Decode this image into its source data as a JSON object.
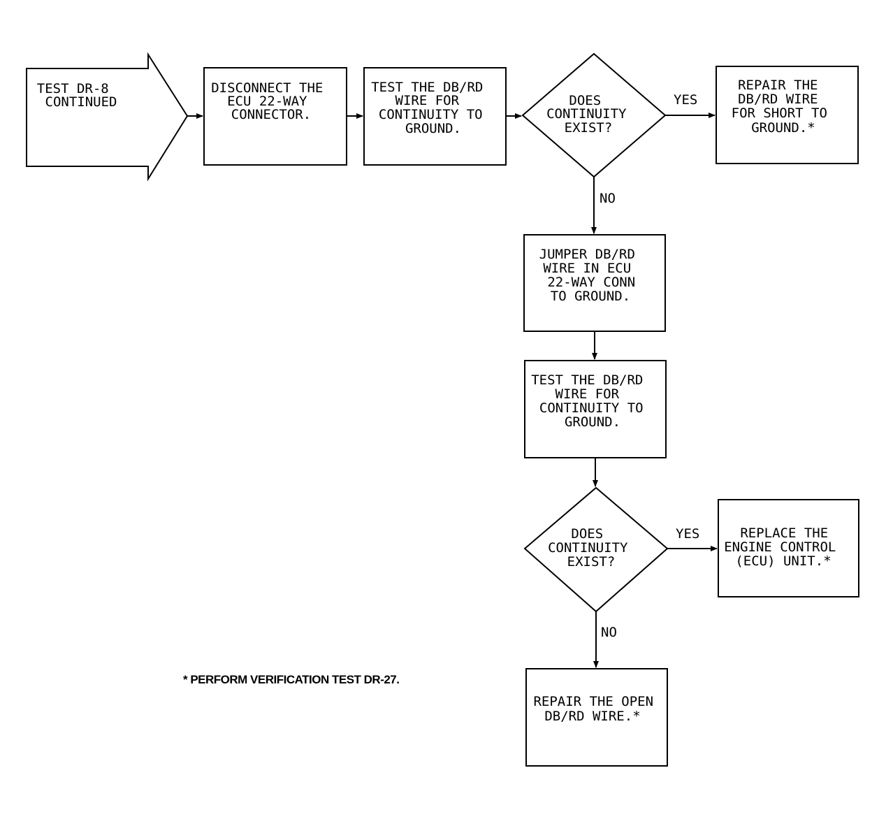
{
  "diagram": {
    "start": {
      "lines": [
        "TEST DR-8",
        "CONTINUED"
      ]
    },
    "disconnect": {
      "lines": [
        "DISCONNECT THE",
        "ECU 22-WAY",
        "CONNECTOR."
      ]
    },
    "test1": {
      "lines": [
        "TEST THE DB/RD",
        "WIRE FOR",
        "CONTINUITY TO",
        "GROUND."
      ]
    },
    "decision1": {
      "lines": [
        "DOES",
        "CONTINUITY",
        "EXIST?"
      ]
    },
    "repair_short": {
      "lines": [
        "REPAIR THE",
        "DB/RD WIRE",
        "FOR SHORT TO",
        "GROUND.*"
      ]
    },
    "jumper": {
      "lines": [
        "JUMPER DB/RD",
        "WIRE IN ECU",
        "22-WAY CONN",
        "TO GROUND."
      ]
    },
    "test2": {
      "lines": [
        "TEST THE DB/RD",
        "WIRE FOR",
        "CONTINUITY TO",
        "GROUND."
      ]
    },
    "decision2": {
      "lines": [
        "DOES",
        "CONTINUITY",
        "EXIST?"
      ]
    },
    "replace_ecu": {
      "lines": [
        "REPLACE THE",
        "ENGINE CONTROL",
        "(ECU) UNIT.*"
      ]
    },
    "repair_open": {
      "lines": [
        "REPAIR THE OPEN",
        "DB/RD WIRE.*"
      ]
    },
    "labels": {
      "yes1": "YES",
      "no1": "NO",
      "yes2": "YES",
      "no2": "NO"
    },
    "footnote": "* PERFORM VERIFICATION TEST DR-27."
  }
}
